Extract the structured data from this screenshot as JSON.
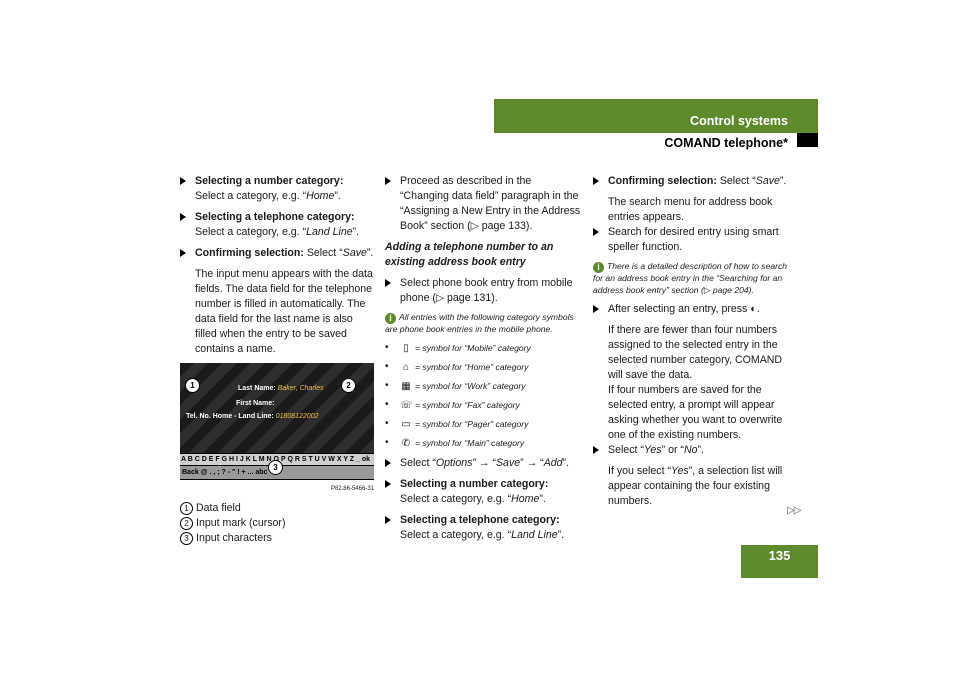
{
  "header": {
    "title": "Control systems",
    "subtitle": "COMAND telephone*"
  },
  "page_number": "135",
  "continue_mark": "▷▷",
  "col1": {
    "s1_bold": "Selecting a number category:",
    "s1_text": "Select a category, e.g. “",
    "s1_it": "Home",
    "s1_end": "”.",
    "s2_bold": "Selecting a telephone category:",
    "s2_text": "Select a category, e.g. “",
    "s2_it": "Land Line",
    "s2_end": "”.",
    "s3_bold": "Confirming selection:",
    "s3_text": " Select “",
    "s3_it": "Save",
    "s3_end": "”.",
    "para": "The input menu appears with the data fields. The data field for the telephone number is filled in automatically. The data field for the last name is also filled when the entry to be saved contains a name.",
    "screen": {
      "last_name_label": "Last Name:",
      "last_name_value": "Baker, Charles",
      "first_name_label": "First Name:",
      "tel_label": "Tel. No. Home - Land Line:",
      "tel_value": "01808122002",
      "keyboard_row": "A B C D E F G H I J K L M N O P Q R S T U V W X Y Z _ ok",
      "keyboard_row2": "Back  @ . , ; ? - \" ! + ...  abc",
      "callout1": "1",
      "callout2": "2",
      "callout3": "3",
      "caption": "P82.86-5466-31"
    },
    "legend": [
      {
        "n": "1",
        "t": "Data field"
      },
      {
        "n": "2",
        "t": "Input mark (cursor)"
      },
      {
        "n": "3",
        "t": "Input characters"
      }
    ]
  },
  "col2": {
    "s1_text": "Proceed as described in the “Changing data field” paragraph in the “Assigning a New Entry in the Address Book” section (▷ page 133).",
    "heading": "Adding a telephone number to an existing address book entry",
    "s2_text": "Select phone book entry from mobile phone (▷ page 131).",
    "note": "All entries with the following category symbols are phone book entries in the mobile phone.",
    "bullets": [
      {
        "icon": "mobile-icon",
        "glyph": "▯",
        "t": "= symbol for “Mobile” category"
      },
      {
        "icon": "home-icon",
        "glyph": "⌂",
        "t": "= symbol for “Home” category"
      },
      {
        "icon": "work-icon",
        "glyph": "▦",
        "t": "= symbol for “Work” category"
      },
      {
        "icon": "fax-icon",
        "glyph": "☏",
        "t": "= symbol for “Fax” category"
      },
      {
        "icon": "pager-icon",
        "glyph": "▭",
        "t": "= symbol for “Pager” category"
      },
      {
        "icon": "main-phone-icon",
        "glyph": "✆",
        "t": "= symbol for “Main” category"
      }
    ],
    "s3_text": "Select “",
    "s3_a": "Options",
    "s3_b": "Save",
    "s3_c": "Add",
    "arrow": " → ",
    "s4_bold": "Selecting a number category:",
    "s4_text": "Select a category, e.g. “",
    "s4_it": "Home",
    "s4_end": "”.",
    "s5_bold": "Selecting a telephone category:",
    "s5_text": "Select a category, e.g. “",
    "s5_it": "Land Line",
    "s5_end": "”."
  },
  "col3": {
    "s1_bold": "Confirming selection:",
    "s1_text": " Select “",
    "s1_it": "Save",
    "s1_end": "”.",
    "p1": "The search menu for address book entries appears.",
    "s2_text": "Search for desired entry using smart speller function.",
    "note": "There is a detailed description of how to search for an address book entry in the “Searching for an address book entry” section (▷ page 204).",
    "s3_text": "After selecting an entry, press ◐.",
    "p2": "If there are fewer than four numbers assigned to the selected entry in the selected number category, COMAND will save the data.",
    "p3": "If four numbers are saved for the selected entry, a prompt will appear asking whether you want to overwrite one of the existing numbers.",
    "s4_text": "Select “",
    "s4_a": "Yes",
    "s4_mid": "” or “",
    "s4_b": "No",
    "s4_end": "”.",
    "p4_a": "If you select “",
    "p4_it": "Yes",
    "p4_b": "”, a selection list will appear containing the four existing numbers."
  }
}
